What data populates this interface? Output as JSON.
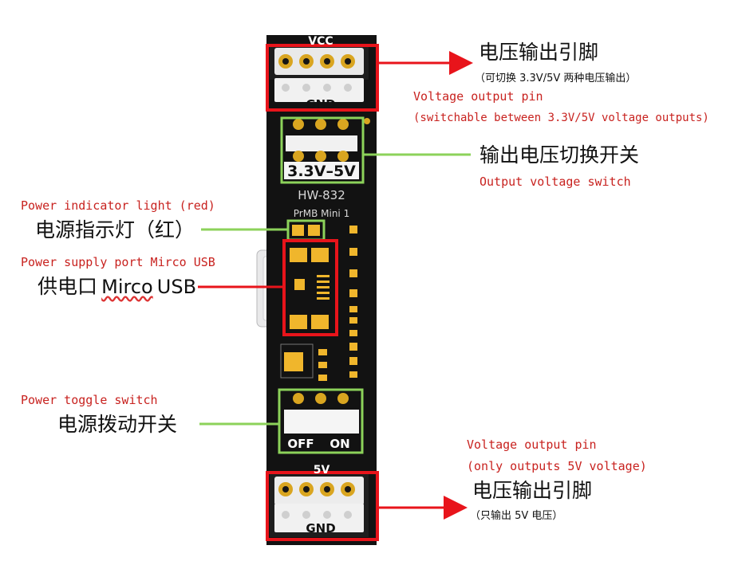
{
  "board": {
    "silkscreen_vcc": "VCC",
    "silkscreen_gnd_top": "GND",
    "silkscreen_switch": "3.3V–5V",
    "silkscreen_model": "HW-832",
    "silkscreen_name": "PrMB Mini 1",
    "silkscreen_off": "OFF",
    "silkscreen_on": "ON",
    "silkscreen_5v": "5V",
    "silkscreen_gnd_bottom": "GND"
  },
  "annotations": {
    "top_pins": {
      "cn_title": "电压输出引脚",
      "cn_note": "（可切换 3.3V/5V 两种电压输出）",
      "en_title": "Voltage output pin",
      "en_note": "(switchable between 3.3V/5V voltage outputs)"
    },
    "voltage_switch": {
      "cn": "输出电压切换开关",
      "en": "Output voltage switch"
    },
    "power_led": {
      "en": "Power indicator light (red)",
      "cn": "电源指示灯（红）"
    },
    "usb_port": {
      "en": "Power supply port Mirco USB",
      "cn": "供电口",
      "cn_usb_word": "Mirco",
      "cn_usb_suffix": "USB"
    },
    "power_switch": {
      "en": "Power toggle switch",
      "cn": "电源拨动开关"
    },
    "bottom_pins": {
      "en_title": "Voltage output pin",
      "en_note": "(only outputs 5V voltage)",
      "cn_title": "电压输出引脚",
      "cn_note": "（只输出 5V 电压）"
    }
  },
  "colors": {
    "highlight_red": "#e8141b",
    "highlight_green": "#8cd25a",
    "board_black": "#121212",
    "pad_gold": "#d9a520"
  }
}
